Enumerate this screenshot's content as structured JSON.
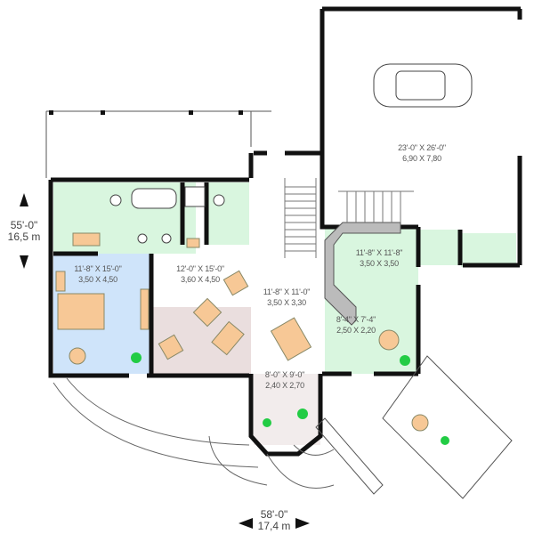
{
  "colors": {
    "wall": "#111111",
    "wet_room": "#d9f6df",
    "bedroom": "#cfe4fa",
    "furniture": "#f7c896",
    "plant": "#22cc44",
    "floor_hatch": "#e8dcdc"
  },
  "rooms": [
    {
      "id": "garage",
      "imperial": "23'-0\" X 26'-0\"",
      "metric": "6,90 X 7,80"
    },
    {
      "id": "bedroom",
      "imperial": "11'-8\" X 15'-0\"",
      "metric": "3,50 X 4,50"
    },
    {
      "id": "living",
      "imperial": "12'-0\" X 15'-0\"",
      "metric": "3,60 X 4,50"
    },
    {
      "id": "dining",
      "imperial": "11'-8\" X 11'-0\"",
      "metric": "3,50 X 3,30"
    },
    {
      "id": "kitchen",
      "imperial": "11'-8\" X 11'-8\"",
      "metric": "3,50 X 3,50"
    },
    {
      "id": "breakfast",
      "imperial": "8'-4\" X 7'-4\"",
      "metric": "2,50 X 2,20"
    },
    {
      "id": "sunroom",
      "imperial": "8'-0\" X 9'-0\"",
      "metric": "2,40 X 2,70"
    }
  ],
  "dimensions": {
    "depth": {
      "imperial": "55'-0\"",
      "metric": "16,5 m"
    },
    "width": {
      "imperial": "58'-0\"",
      "metric": "17,4 m"
    }
  }
}
